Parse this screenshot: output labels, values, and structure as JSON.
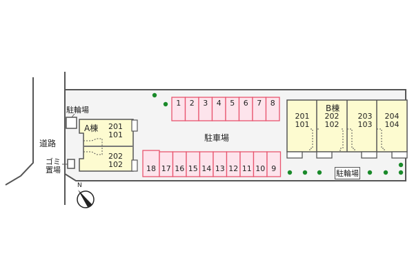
{
  "road": {
    "label": "道路"
  },
  "bicycle_parking_a": {
    "label": "駐輪場"
  },
  "garbage": {
    "label_line1": "ゴミ",
    "label_line2": "置場"
  },
  "building_a": {
    "name": "A棟",
    "units": [
      "201",
      "101",
      "202",
      "102"
    ]
  },
  "parking": {
    "label": "駐車場",
    "top_row": [
      "1",
      "2",
      "3",
      "4",
      "5",
      "6",
      "7",
      "8"
    ],
    "bottom_row": [
      "18",
      "17",
      "16",
      "15",
      "14",
      "13",
      "12",
      "11",
      "10",
      "9"
    ]
  },
  "building_b": {
    "name": "B棟",
    "units": [
      {
        "upper": "201",
        "lower": "101"
      },
      {
        "upper": "202",
        "lower": "102"
      },
      {
        "upper": "203",
        "lower": "103"
      },
      {
        "upper": "204",
        "lower": "104"
      }
    ]
  },
  "bicycle_parking_b": {
    "label": "駐輪場"
  },
  "compass": {
    "label": "N"
  },
  "colors": {
    "building_fill": "#fdfbd0",
    "parking_fill": "#fde4ec",
    "parking_stroke": "#e8546e",
    "lot_fill": "#f4f4f4",
    "tree": "#1a8a2a"
  }
}
